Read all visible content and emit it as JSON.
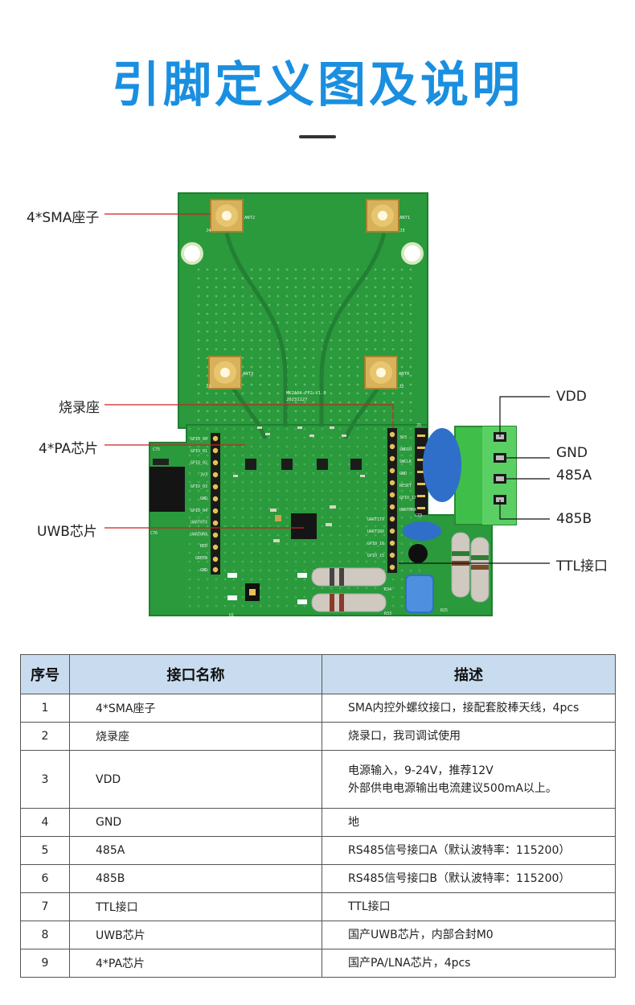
{
  "title": "引脚定义图及说明",
  "callouts": {
    "sma": "4*SMA座子",
    "burn": "烧录座",
    "pa": "4*PA芯片",
    "uwb": "UWB芯片",
    "vdd": "VDD",
    "gnd": "GND",
    "a485": "485A",
    "b485": "485B",
    "ttl": "TTL接口"
  },
  "board_labels": {
    "ant2": "ANT2",
    "ant1": "ANT1",
    "ant3": "ANT3",
    "ant0": "ANT0",
    "j4": "J4",
    "j3": "J3",
    "j1": "J1",
    "j2": "J2",
    "part_no": "MK2A0A-FP2-V1.0",
    "date": "20231127",
    "left_pins": [
      "GPIO_00",
      "GPIO_01",
      "GPIO_02",
      "3V3",
      "GPIO_03",
      "GND",
      "GPIO_04",
      "UART0TX",
      "UART0RX",
      "RED",
      "GREEN",
      "GND"
    ],
    "right_pins": [
      "3V3",
      "SWDIO",
      "SWCLK",
      "GND",
      "RESET",
      "GPIO_17",
      "UART0RX"
    ],
    "ttl_pins": [
      "UART1TX",
      "UART1RX",
      "GPIO_16",
      "GPIO_15"
    ],
    "c75": "C75",
    "c76": "C76",
    "ux": "U1",
    "j5": "J5",
    "c73": "C73",
    "r25": "R25",
    "r34": "R34",
    "r33": "R33"
  },
  "table": {
    "headers": [
      "序号",
      "接口名称",
      "描述"
    ],
    "rows": [
      {
        "no": "1",
        "name": "4*SMA座子",
        "desc": "SMA内控外螺纹接口，接配套胶棒天线，4pcs"
      },
      {
        "no": "2",
        "name": "烧录座",
        "desc": "烧录口，我司调试使用"
      },
      {
        "no": "3",
        "name": "VDD",
        "desc": "电源输入，9-24V，推荐12V",
        "desc2": "外部供电电源输出电流建议500mA以上。"
      },
      {
        "no": "4",
        "name": "GND",
        "desc": "地"
      },
      {
        "no": "5",
        "name": "485A",
        "desc": "RS485信号接口A（默认波特率：115200）"
      },
      {
        "no": "6",
        "name": "485B",
        "desc": "RS485信号接口B（默认波特率：115200）"
      },
      {
        "no": "7",
        "name": "TTL接口",
        "desc": "TTL接口"
      },
      {
        "no": "8",
        "name": "UWB芯片",
        "desc": "国产UWB芯片，内部合封M0"
      },
      {
        "no": "9",
        "name": "4*PA芯片",
        "desc": "国产PA/LNA芯片，4pcs"
      }
    ]
  },
  "colors": {
    "title": "#1a8fe0",
    "pcb": "#2a9a3c",
    "pcb_dark": "#1f7f30",
    "terminal": "#3fbf4a",
    "capacitor": "#2f6fc9",
    "callout_line": "#c22",
    "table_header": "#c9dcef"
  }
}
